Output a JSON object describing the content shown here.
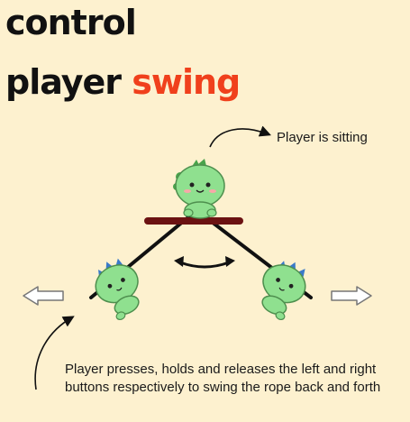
{
  "title": {
    "line1": "control",
    "line2_prefix": "player",
    "line2_accent": "swing"
  },
  "annotations": {
    "sitting": "Player is sitting",
    "instructions": "Player presses, holds and releases the left and right buttons respectively to swing the rope back and forth"
  },
  "colors": {
    "background": "#fdf1cf",
    "accent": "#f0401c",
    "character_body": "#8fe08f",
    "spikes_center": "#49a34b",
    "spikes_sides": "#3a7ac9",
    "seat": "#6b1212",
    "rope": "#111111"
  },
  "icons": [
    "left-arrow-icon",
    "right-arrow-icon",
    "swing-direction-icon",
    "curved-arrow-icon"
  ]
}
